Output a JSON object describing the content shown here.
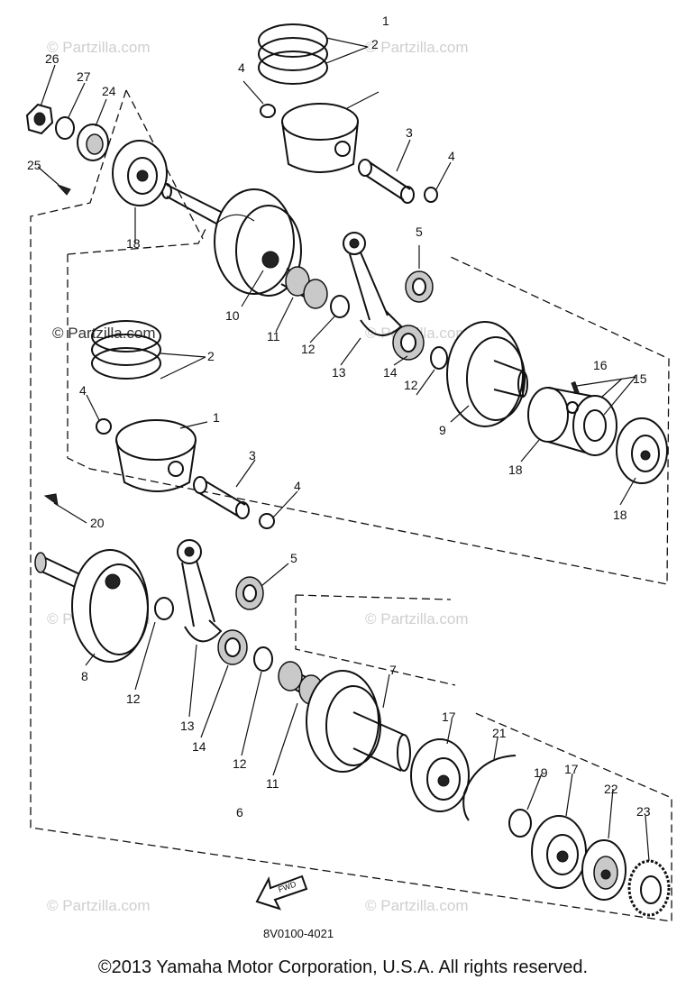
{
  "watermark": "© Partzilla.com",
  "diagram_code": "8V0100-4021",
  "fwd_label": "FWD",
  "copyright": "©2013  Yamaha Motor Corporation, U.S.A. All rights reserved.",
  "callouts": [
    "1",
    "1",
    "2",
    "2",
    "3",
    "3",
    "4",
    "4",
    "4",
    "4",
    "5",
    "5",
    "6",
    "7",
    "8",
    "9",
    "10",
    "11",
    "11",
    "12",
    "12",
    "12",
    "12",
    "13",
    "13",
    "14",
    "14",
    "15",
    "16",
    "17",
    "17",
    "18",
    "18",
    "18",
    "19",
    "20",
    "21",
    "22",
    "23",
    "24",
    "25",
    "26",
    "27"
  ]
}
